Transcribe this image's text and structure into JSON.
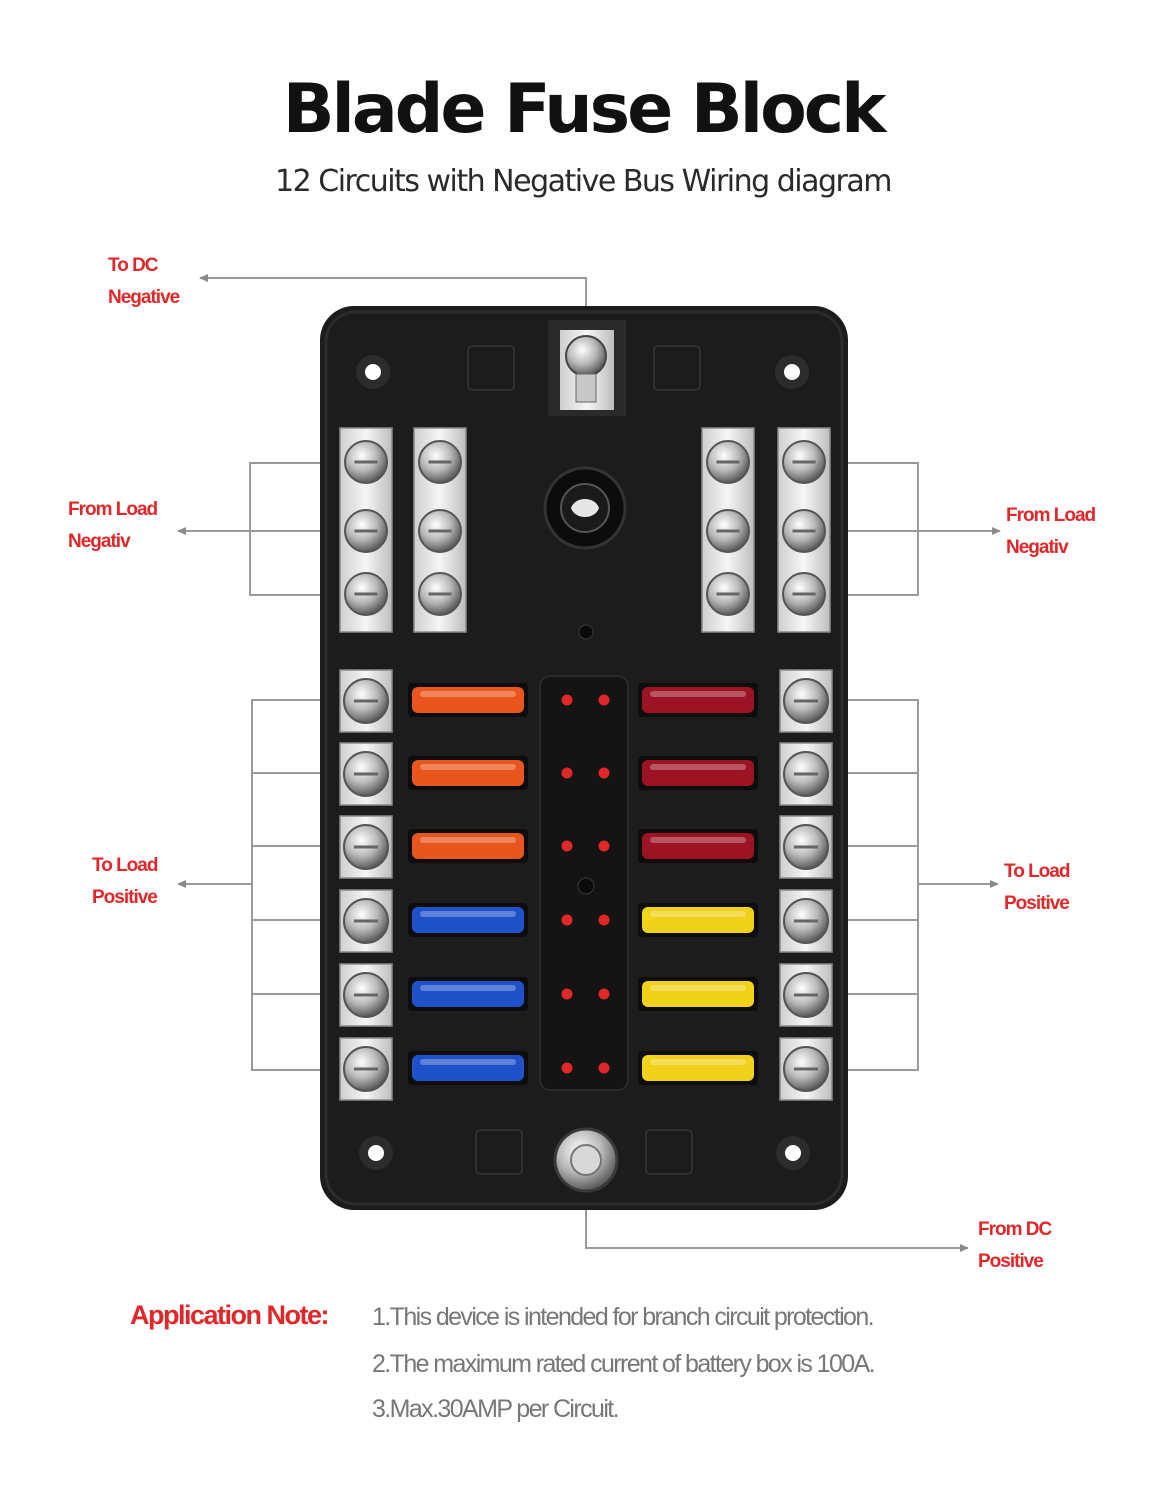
{
  "title": "Blade Fuse Block",
  "subtitle": "12 Circuits with Negative Bus Wiring diagram",
  "labels": {
    "to_dc_negative": [
      "To DC",
      "Negative"
    ],
    "from_load_negative_left": [
      "From Load",
      "Negativ"
    ],
    "from_load_negative_right": [
      "From Load",
      "Negativ"
    ],
    "to_load_positive_left": [
      "To Load",
      "Positive"
    ],
    "to_load_positive_right": [
      "To Load",
      "Positive"
    ],
    "from_dc_positive": [
      "From DC",
      "Positive"
    ]
  },
  "fuses": {
    "left": [
      "orange",
      "orange",
      "orange",
      "blue",
      "blue",
      "blue"
    ],
    "right": [
      "red",
      "red",
      "red",
      "yellow",
      "yellow",
      "yellow"
    ]
  },
  "colors": {
    "label": "#e0282a",
    "body": "#1c1c1c",
    "orange": "#e8561e",
    "blue": "#1f52c8",
    "red": "#9c1424",
    "yellow": "#f0d21a",
    "led": "#e02828"
  },
  "application_note": {
    "heading": "Application Note:",
    "lines": [
      "1.This device is intended for branch circuit protection.",
      "2.The maximum rated current of battery box is 100A.",
      "3.Max.30AMP per Circuit."
    ]
  }
}
